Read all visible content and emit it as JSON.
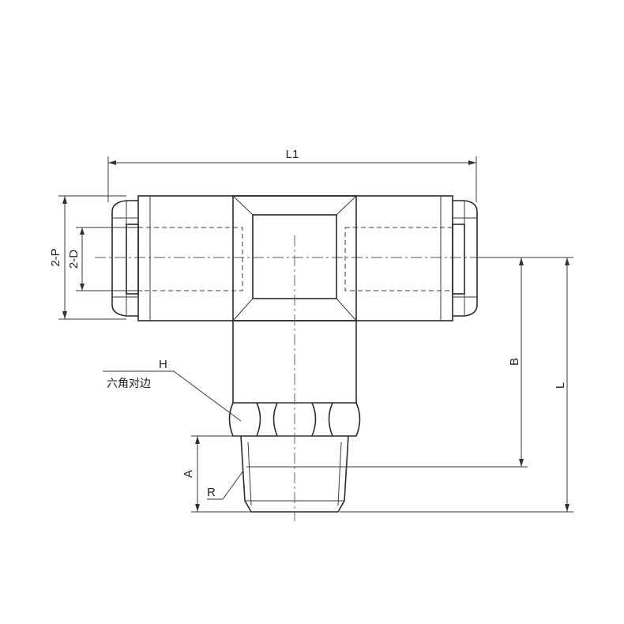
{
  "labels": {
    "l1": "L1",
    "p": "2-P",
    "d": "2-D",
    "h": "H",
    "hex_note": "六角对边",
    "b": "B",
    "l": "L",
    "a": "A",
    "r": "R"
  }
}
